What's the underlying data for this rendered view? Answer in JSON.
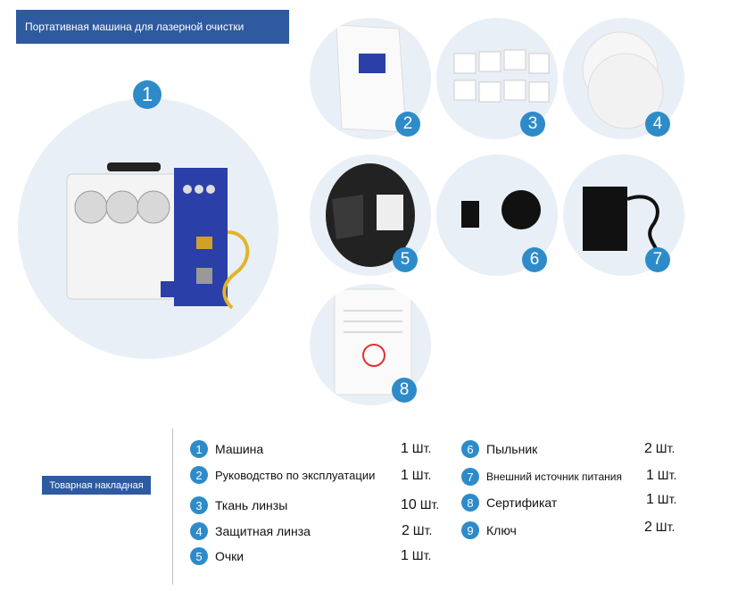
{
  "header": {
    "title": "Портативная машина для лазерной очистки"
  },
  "packing_label": "Товарная накладная",
  "badges": [
    "1",
    "2",
    "3",
    "4",
    "5",
    "6",
    "7",
    "8"
  ],
  "items": [
    {
      "num": "1",
      "name": "Машина",
      "qty": "1",
      "unit": "Шт."
    },
    {
      "num": "2",
      "name": "Руководство по эксплуатации",
      "qty": "1",
      "unit": "Шт."
    },
    {
      "num": "3",
      "name": "Ткань линзы",
      "qty": "10",
      "unit": "Шт."
    },
    {
      "num": "4",
      "name": "Защитная линза",
      "qty": "2",
      "unit": "Шт."
    },
    {
      "num": "5",
      "name": "Очки",
      "qty": "1",
      "unit": "Шт."
    },
    {
      "num": "6",
      "name": "Пыльник",
      "qty": "2",
      "unit": "Шт."
    },
    {
      "num": "7",
      "name": "Внешний источник питания",
      "qty": "1",
      "unit": "Шт."
    },
    {
      "num": "8",
      "name": "Сертификат",
      "qty": "1",
      "unit": "Шт."
    },
    {
      "num": "9",
      "name": "Ключ",
      "qty": "2",
      "unit": "Шт."
    }
  ],
  "colors": {
    "accent": "#2e5aa0",
    "badge": "#2e8bc9",
    "circle_bg": "#e9eff6",
    "machine_blue": "#2b3fa8"
  }
}
